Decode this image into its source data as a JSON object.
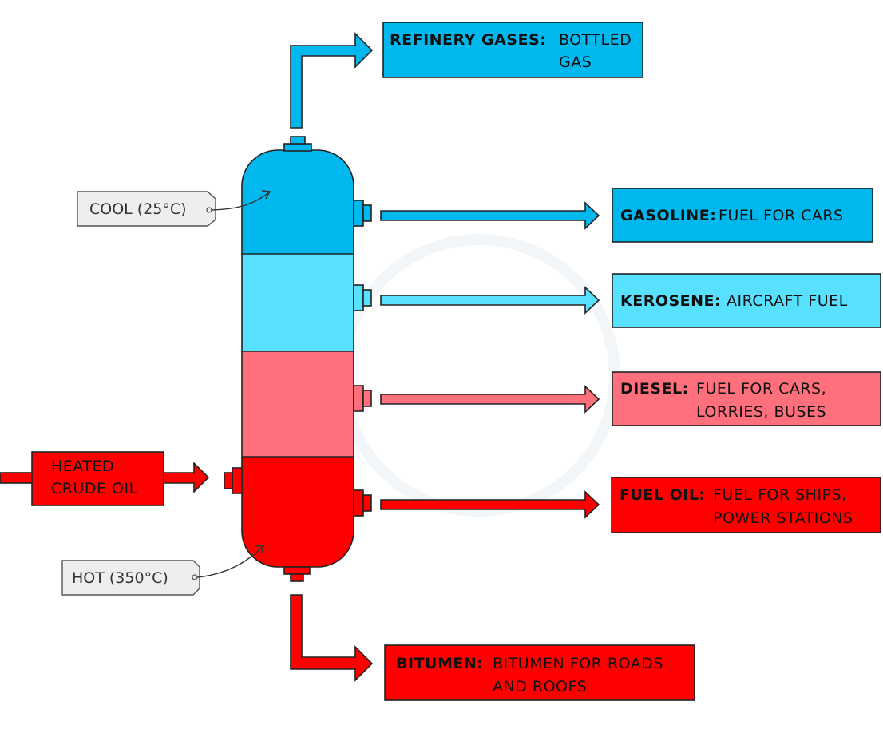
{
  "colors": {
    "top": "#00B8EE",
    "upper_middle": "#58E0FF",
    "lower_middle": "#FF707C",
    "bottom": "#FF0000",
    "tag": "#EEEEEE"
  },
  "input": {
    "label_line1": "HEATED",
    "label_line2": "CRUDE OIL"
  },
  "tags": {
    "cool": "COOL (25°C)",
    "hot": "HOT (350°C)"
  },
  "fractions": [
    {
      "name": "REFINERY GASES:",
      "use_line1": "BOTTLED",
      "use_line2": "GAS"
    },
    {
      "name": "GASOLINE:",
      "use_line1": "FUEL FOR CARS",
      "use_line2": ""
    },
    {
      "name": "KEROSENE:",
      "use_line1": "AIRCRAFT FUEL",
      "use_line2": ""
    },
    {
      "name": "DIESEL:",
      "use_line1": "FUEL FOR CARS,",
      "use_line2": "LORRIES, BUSES"
    },
    {
      "name": "FUEL OIL:",
      "use_line1": "FUEL FOR SHIPS,",
      "use_line2": "POWER STATIONS"
    },
    {
      "name": "BITUMEN:",
      "use_line1": "BITUMEN FOR ROADS",
      "use_line2": "AND ROOFS"
    }
  ]
}
